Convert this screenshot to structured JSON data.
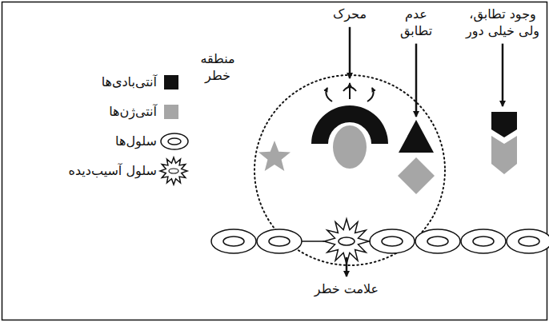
{
  "diagram": {
    "labels": [
      "محرک",
      "عدم تطابق",
      "وجود تطابق، ولی خیلی دور",
      "منطقه خطر",
      "علامت خطر"
    ],
    "legend": [
      {
        "text": "آنتی‌بادی‌ها",
        "color": "#111111"
      },
      {
        "text": "آنتی‌ژن‌ها",
        "color": "#a6a6a6"
      },
      {
        "text": "سلول‌ها"
      },
      {
        "text": "سلول آسیب‌دیده"
      }
    ]
  }
}
